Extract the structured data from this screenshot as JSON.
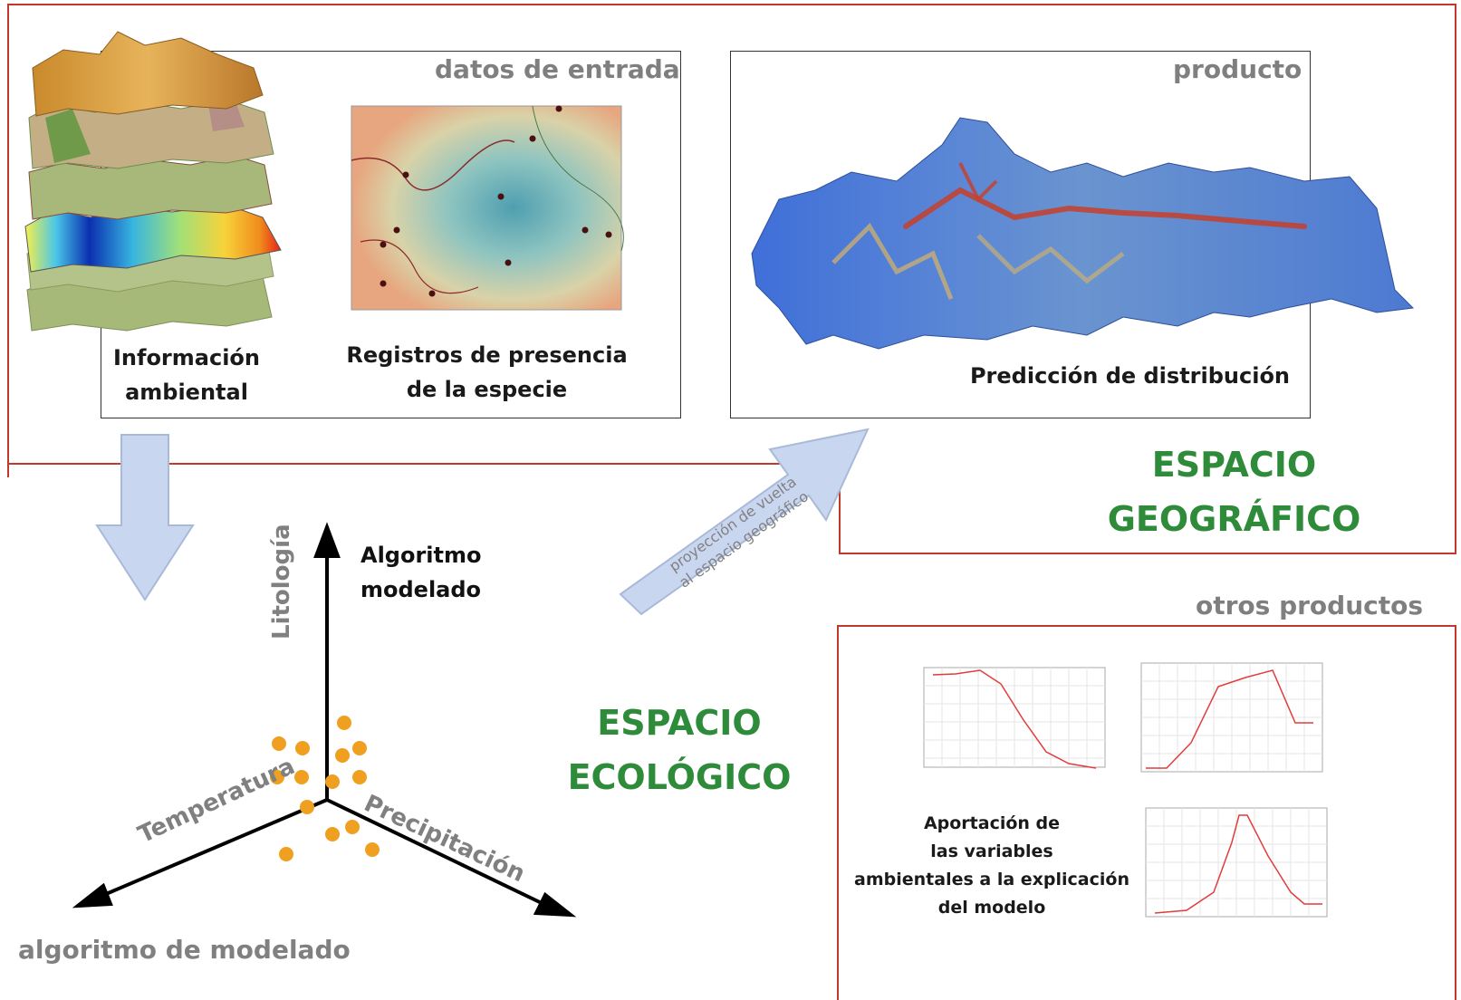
{
  "inputs": {
    "heading": "datos de entrada",
    "env_label_line1": "Información",
    "env_label_line2": "ambiental",
    "records_label_line1": "Registros de presencia",
    "records_label_line2": "de la especie"
  },
  "product": {
    "heading": "producto",
    "label": "Predicción de distribución"
  },
  "geo_space": {
    "line1": "ESPACIO",
    "line2": "GEOGRÁFICO"
  },
  "eco_space": {
    "line1": "ESPACIO",
    "line2": "ECOLÓGICO"
  },
  "projection_arrow": {
    "line1": "proyección de vuelta",
    "line2": "al espacio geográfico"
  },
  "axes": {
    "vertical": "Litología",
    "left": "Temperatura",
    "right": "Precipitación",
    "algorithm_line1": "Algoritmo",
    "algorithm_line2": "modelado"
  },
  "caption": "algoritmo de modelado",
  "other_products": {
    "heading": "otros productos",
    "description_line1": "Aportación de",
    "description_line2": "las variables",
    "description_line3": "ambientales a la explicación",
    "description_line4": "del modelo"
  },
  "colors": {
    "frame": "#c0392b",
    "title_green": "#2e8b3a",
    "arrow_fill": "#c9d6f0",
    "dot": "#f0a020"
  }
}
